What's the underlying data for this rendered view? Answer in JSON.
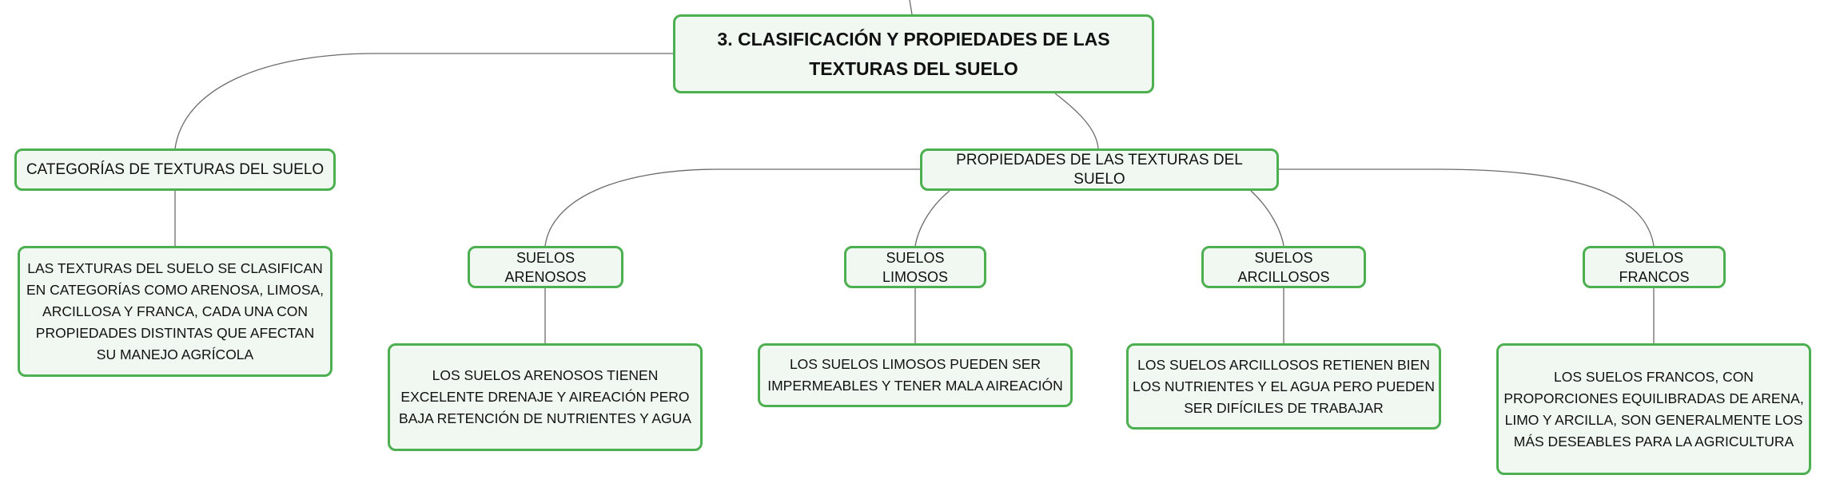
{
  "root": {
    "text": "3. CLASIFICACIÓN Y PROPIEDADES DE LAS TEXTURAS DEL SUELO"
  },
  "categorias": {
    "label": "CATEGORÍAS DE TEXTURAS DEL SUELO",
    "detail": "LAS TEXTURAS DEL SUELO SE CLASIFICAN EN CATEGORÍAS COMO ARENOSA, LIMOSA, ARCILLOSA Y FRANCA, CADA UNA CON PROPIEDADES DISTINTAS QUE AFECTAN SU MANEJO AGRÍCOLA"
  },
  "propiedades": {
    "label": "PROPIEDADES DE LAS TEXTURAS DEL SUELO",
    "types": [
      {
        "label": "SUELOS ARENOSOS",
        "detail": "LOS SUELOS ARENOSOS TIENEN EXCELENTE DRENAJE Y AIREACIÓN PERO BAJA RETENCIÓN DE NUTRIENTES Y AGUA"
      },
      {
        "label": "SUELOS LIMOSOS",
        "detail": "LOS SUELOS LIMOSOS PUEDEN SER IMPERMEABLES Y TENER MALA AIREACIÓN"
      },
      {
        "label": "SUELOS ARCILLOSOS",
        "detail": "LOS SUELOS ARCILLOSOS RETIENEN BIEN LOS NUTRIENTES Y EL AGUA PERO PUEDEN SER DIFÍCILES DE TRABAJAR"
      },
      {
        "label": "SUELOS FRANCOS",
        "detail": "LOS SUELOS FRANCOS, CON PROPORCIONES EQUILIBRADAS DE ARENA, LIMO Y ARCILLA, SON GENERALMENTE LOS MÁS DESEABLES PARA LA AGRICULTURA"
      }
    ]
  },
  "colors": {
    "border": "#4caf50",
    "fill": "#f1f8f1",
    "line": "#6b6b6b"
  }
}
